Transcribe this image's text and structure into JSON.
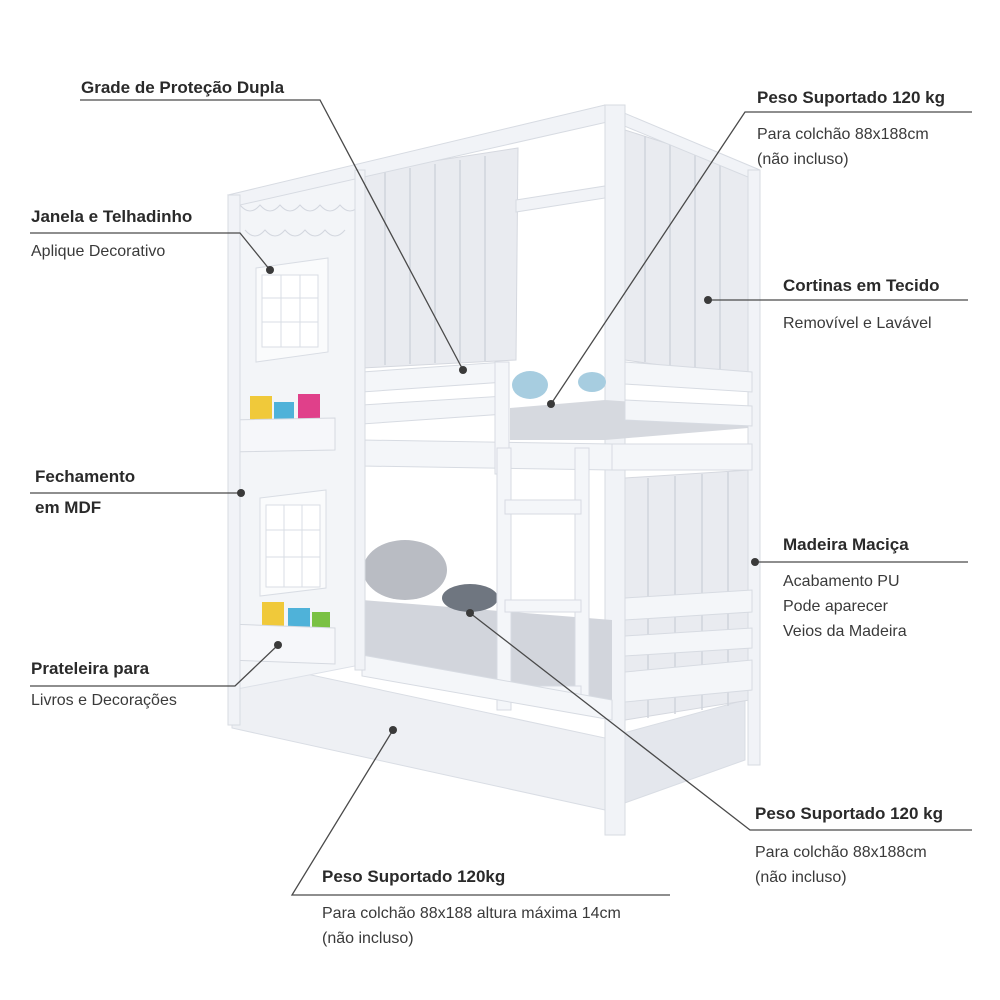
{
  "colors": {
    "line": "#4a4a4a",
    "dot": "#3a3a3a",
    "bed_frame": "#f1f3f7",
    "bed_shadow": "#dfe3ea",
    "curtain": "#e9ebf0",
    "mattress": "#d6d9df"
  },
  "callouts": {
    "grade": {
      "title": "Grade de Proteção Dupla"
    },
    "peso_top": {
      "title": "Peso Suportado 120 kg",
      "lines": [
        "Para colchão 88x188cm",
        "(não incluso)"
      ]
    },
    "janela": {
      "title": "Janela e Telhadinho",
      "lines": [
        "Aplique Decorativo"
      ]
    },
    "cortinas": {
      "title": "Cortinas em Tecido",
      "lines": [
        "Removível e Lavável"
      ]
    },
    "fechamento": {
      "title_line1": "Fechamento",
      "title_line2": "em MDF"
    },
    "madeira": {
      "title": "Madeira Maciça",
      "lines": [
        "Acabamento PU",
        "Pode aparecer",
        "Veios da Madeira"
      ]
    },
    "prateleira": {
      "title": "Prateleira para",
      "lines": [
        "Livros e Decorações"
      ]
    },
    "peso_mid": {
      "title": "Peso Suportado 120 kg",
      "lines": [
        "Para colchão 88x188cm",
        "(não incluso)"
      ]
    },
    "peso_bottom": {
      "title": "Peso Suportado 120kg",
      "lines": [
        "Para colchão 88x188 altura máxima 14cm",
        "(não incluso)"
      ]
    }
  }
}
